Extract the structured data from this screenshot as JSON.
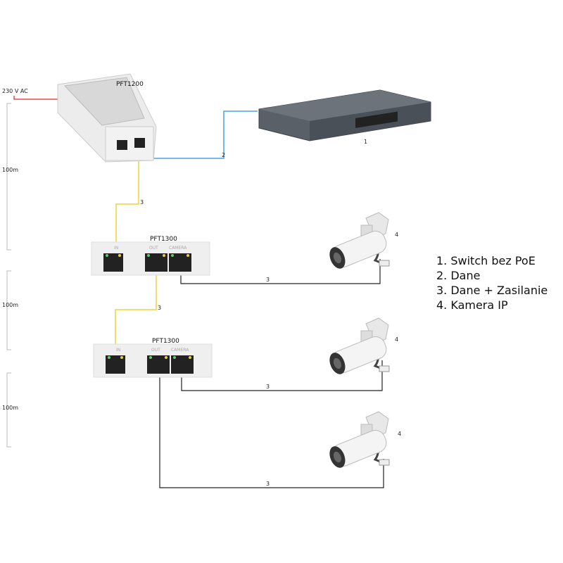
{
  "power_label": "230 V AC",
  "distances": [
    "100m",
    "100m",
    "100m"
  ],
  "injector": {
    "name": "PFT1200"
  },
  "splitters": [
    {
      "name": "PFT1300",
      "ports": [
        "IN",
        "OUT",
        "CAMERA"
      ]
    },
    {
      "name": "PFT1300",
      "ports": [
        "IN",
        "OUT",
        "CAMERA"
      ]
    }
  ],
  "markers": {
    "switch": "1",
    "data": "2",
    "data_power": "3",
    "camera": "4"
  },
  "legend": [
    "1. Switch bez PoE",
    "2. Dane",
    "3. Dane + Zasilanie",
    "4. Kamera IP"
  ],
  "colors": {
    "power": "#e84a4a",
    "data": "#4aa3e0",
    "data_power": "#f0d43a",
    "camera_cable": "#222222"
  }
}
